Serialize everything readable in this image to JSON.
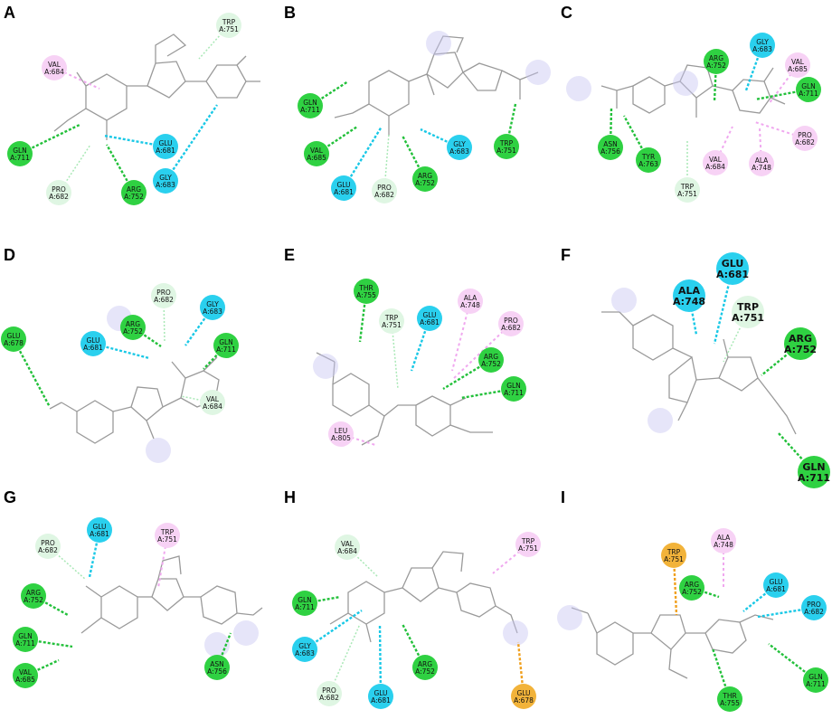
{
  "colors": {
    "hbond": "#22c03a",
    "halogen": "#19c8e6",
    "alkyl": "#f0a8ef",
    "carbon_hbond": "#a9e8b6",
    "pi_sulfur": "#f0a01e",
    "pi_pi": "#e94ccc"
  },
  "panels": [
    {
      "letter": "A",
      "residues": [
        {
          "label": "TRP\nA:751",
          "type": "carbon_hbond"
        },
        {
          "label": "VAL\nA:684",
          "type": "alkyl"
        },
        {
          "label": "GLN\nA:711",
          "type": "hbond"
        },
        {
          "label": "GLU\nA:681",
          "type": "halogen"
        },
        {
          "label": "PRO\nA:682",
          "type": "carbon_hbond"
        },
        {
          "label": "ARG\nA:752",
          "type": "hbond"
        },
        {
          "label": "GLY\nA:683",
          "type": "halogen"
        }
      ]
    },
    {
      "letter": "B",
      "residues": [
        {
          "label": "GLN\nA:711",
          "type": "hbond"
        },
        {
          "label": "VAL\nA:685",
          "type": "hbond"
        },
        {
          "label": "GLU\nA:681",
          "type": "halogen"
        },
        {
          "label": "PRO\nA:682",
          "type": "carbon_hbond"
        },
        {
          "label": "ARG\nA:752",
          "type": "hbond"
        },
        {
          "label": "GLY\nA:683",
          "type": "halogen"
        },
        {
          "label": "TRP\nA:751",
          "type": "hbond"
        }
      ]
    },
    {
      "letter": "C",
      "residues": [
        {
          "label": "ARG\nA:752",
          "type": "hbond"
        },
        {
          "label": "GLY\nA:683",
          "type": "halogen"
        },
        {
          "label": "VAL\nA:685",
          "type": "alkyl"
        },
        {
          "label": "GLN\nA:711",
          "type": "hbond"
        },
        {
          "label": "PRO\nA:682",
          "type": "alkyl"
        },
        {
          "label": "ASN\nA:756",
          "type": "hbond"
        },
        {
          "label": "TYR\nA:763",
          "type": "hbond"
        },
        {
          "label": "VAL\nA:684",
          "type": "alkyl"
        },
        {
          "label": "ALA\nA:748",
          "type": "alkyl"
        },
        {
          "label": "TRP\nA:751",
          "type": "carbon_hbond"
        }
      ]
    },
    {
      "letter": "D",
      "residues": [
        {
          "label": "PRO\nA:682",
          "type": "carbon_hbond"
        },
        {
          "label": "GLY\nA:683",
          "type": "halogen"
        },
        {
          "label": "ARG\nA:752",
          "type": "hbond"
        },
        {
          "label": "GLN\nA:711",
          "type": "hbond"
        },
        {
          "label": "GLU\nA:681",
          "type": "halogen"
        },
        {
          "label": "GLU\nA:678",
          "type": "hbond"
        },
        {
          "label": "VAL\nA:684",
          "type": "carbon_hbond"
        }
      ]
    },
    {
      "letter": "E",
      "residues": [
        {
          "label": "THR\nA:755",
          "type": "hbond"
        },
        {
          "label": "ALA\nA:748",
          "type": "alkyl"
        },
        {
          "label": "TRP\nA:751",
          "type": "carbon_hbond"
        },
        {
          "label": "GLU\nA:681",
          "type": "halogen"
        },
        {
          "label": "PRO\nA:682",
          "type": "alkyl"
        },
        {
          "label": "ARG\nA:752",
          "type": "hbond"
        },
        {
          "label": "GLN\nA:711",
          "type": "hbond"
        },
        {
          "label": "LEU\nA:805",
          "type": "alkyl"
        }
      ]
    },
    {
      "letter": "F",
      "residues": [
        {
          "label": "GLU\nA:681",
          "type": "halogen"
        },
        {
          "label": "ALA\nA:748",
          "type": "halogen"
        },
        {
          "label": "TRP\nA:751",
          "type": "carbon_hbond"
        },
        {
          "label": "ARG\nA:752",
          "type": "hbond"
        },
        {
          "label": "GLN\nA:711",
          "type": "hbond"
        }
      ]
    },
    {
      "letter": "G",
      "residues": [
        {
          "label": "PRO\nA:682",
          "type": "carbon_hbond"
        },
        {
          "label": "GLU\nA:681",
          "type": "halogen"
        },
        {
          "label": "TRP\nA:751",
          "type": "alkyl"
        },
        {
          "label": "ARG\nA:752",
          "type": "hbond"
        },
        {
          "label": "GLN\nA:711",
          "type": "hbond"
        },
        {
          "label": "VAL\nA:685",
          "type": "hbond"
        },
        {
          "label": "ASN\nA:756",
          "type": "hbond"
        }
      ]
    },
    {
      "letter": "H",
      "residues": [
        {
          "label": "VAL\nA:684",
          "type": "carbon_hbond"
        },
        {
          "label": "TRP\nA:751",
          "type": "alkyl"
        },
        {
          "label": "GLN\nA:711",
          "type": "hbond"
        },
        {
          "label": "GLY\nA:683",
          "type": "halogen"
        },
        {
          "label": "PRO\nA:682",
          "type": "carbon_hbond"
        },
        {
          "label": "GLU\nA:681",
          "type": "halogen"
        },
        {
          "label": "ARG\nA:752",
          "type": "hbond"
        },
        {
          "label": "GLU\nA:678",
          "type": "pi_sulfur"
        }
      ]
    },
    {
      "letter": "I",
      "residues": [
        {
          "label": "TRP\nA:751",
          "type": "pi_sulfur"
        },
        {
          "label": "ALA\nA:748",
          "type": "alkyl"
        },
        {
          "label": "ARG\nA:752",
          "type": "hbond"
        },
        {
          "label": "GLU\nA:681",
          "type": "halogen"
        },
        {
          "label": "PRO\nA:682",
          "type": "halogen"
        },
        {
          "label": "GLN\nA:711",
          "type": "hbond"
        },
        {
          "label": "THR\nA:755",
          "type": "hbond"
        }
      ]
    }
  ]
}
